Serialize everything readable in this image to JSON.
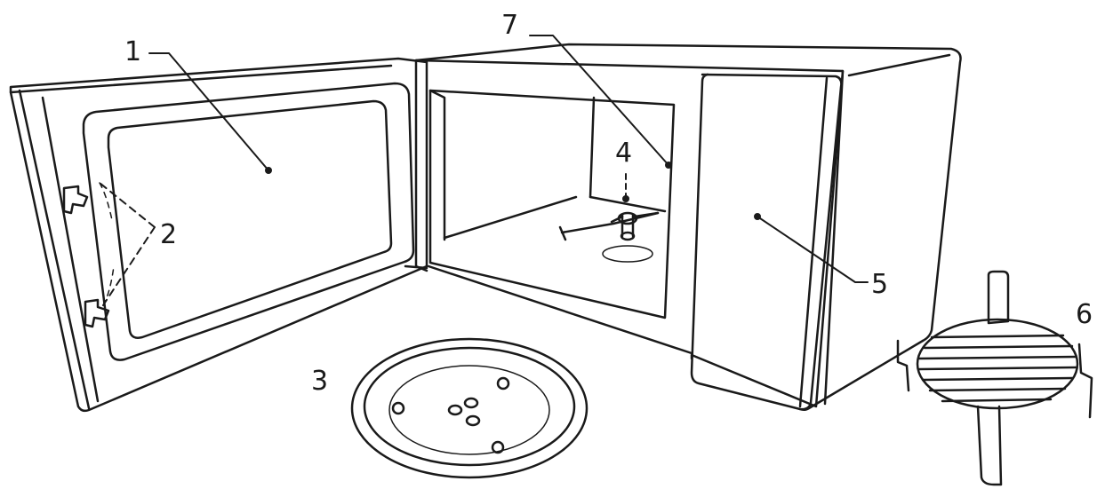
{
  "diagram": {
    "callouts": {
      "c1": "1",
      "c2": "2",
      "c3": "3",
      "c4": "4",
      "c5": "5",
      "c6": "6",
      "c7": "7"
    },
    "parts": {
      "door": "door",
      "door-latches": "door-latches",
      "turntable-glass-tray": "turntable-glass-tray",
      "turntable-drive-coupler": "turntable-drive-coupler",
      "control-panel": "control-panel",
      "grill-rack": "grill-rack",
      "waveguide-cover": "waveguide-cover"
    },
    "line_color": "#1a1a1a"
  }
}
